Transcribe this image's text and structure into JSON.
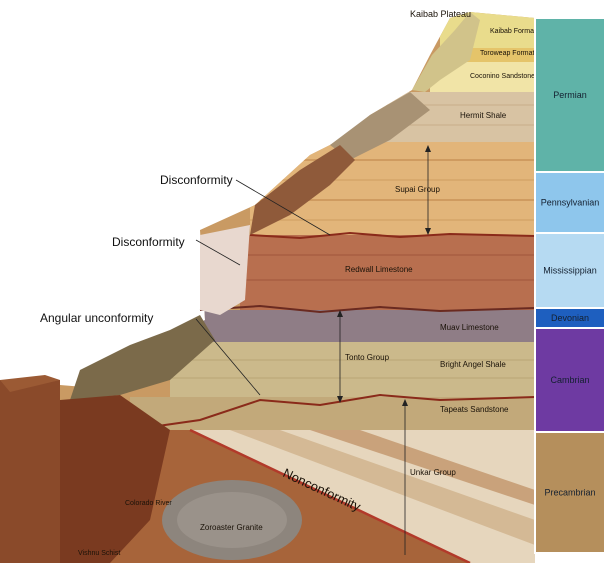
{
  "labels": {
    "kaibab_plateau": "Kaibab Plateau",
    "kaibab_formation": "Kaibab Formation",
    "toroweap_formation": "Toroweap Formation",
    "coconino_sandstone": "Coconino Sandstone",
    "hermit_shale": "Hermit Shale",
    "supai_group": "Supai Group",
    "redwall_limestone": "Redwall Limestone",
    "muav_limestone": "Muav Limestone",
    "tonto_group": "Tonto Group",
    "bright_angel_shale": "Bright Angel Shale",
    "tapeats_sandstone": "Tapeats Sandstone",
    "unkar_group": "Unkar Group",
    "nonconformity": "Nonconformity",
    "zoroaster_granite": "Zoroaster Granite",
    "colorado_river": "Colorado River",
    "vishnu_schist": "Vishnu Schist",
    "disconformity_upper": "Disconformity",
    "disconformity_lower": "Disconformity",
    "angular_unconformity": "Angular unconformity"
  },
  "periods": [
    {
      "name": "Permian",
      "color": "#5fb3a8"
    },
    {
      "name": "Pennsylvanian",
      "color": "#8ec6ec"
    },
    {
      "name": "Mississippian",
      "color": "#b6daf2"
    },
    {
      "name": "Devonian",
      "color": "#1e5fbf"
    },
    {
      "name": "Cambrian",
      "color": "#6e3aa2"
    },
    {
      "name": "Precambrian",
      "color": "#b58f5c"
    }
  ]
}
